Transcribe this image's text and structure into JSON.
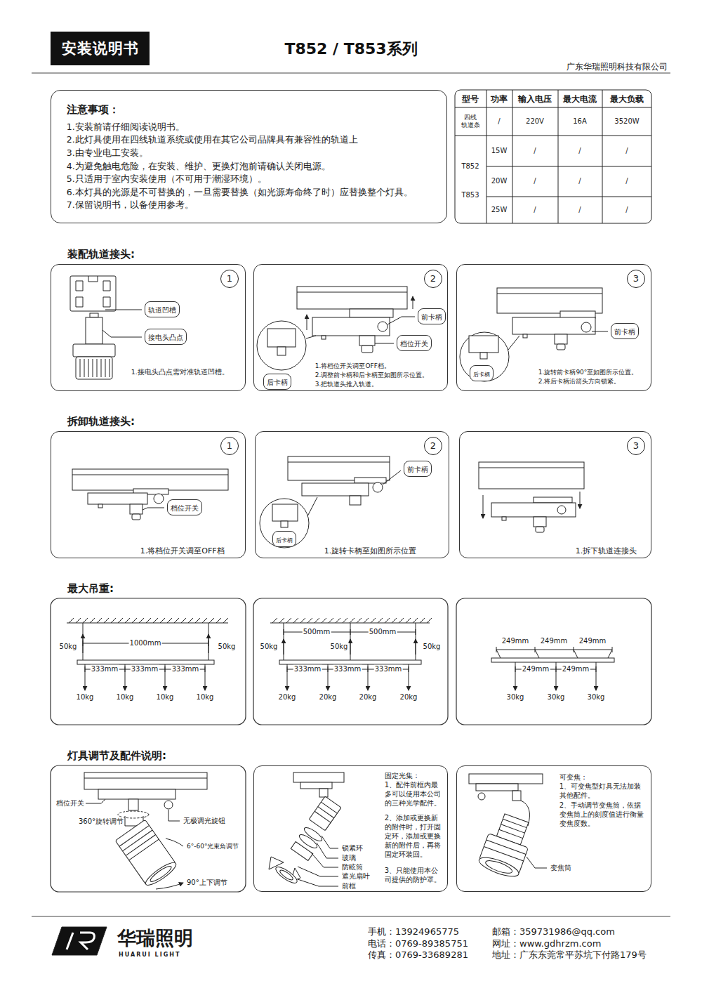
{
  "diagram": {
    "title": "T852 / T853系列",
    "nodes": [
      {
        "text": [
          "安装说明书"
        ]
      },
      {
        "text": [
          "注意事项：",
          "1.安装前请仔细阅读说明书。",
          "2.此灯具使用在四线轨道系统或使用在其它公司品牌具有兼容性的轨道上",
          "3.由专业电工安装。",
          "4.为避免触电危险，在安装、维护、更换灯泡前请确认关闭电源。",
          "5.只适用于室内安装使用（不可用于潮湿环境）。",
          "6.本灯具的光源是不可替换的，一旦需要替换（如光源寿命终了时）应替换整个灯具。",
          "7.保留说明书，以备使用参考。"
        ]
      },
      {
        "text": [
          "1.接电头凸点需对准轨道凹槽。"
        ]
      },
      {
        "text": [
          "1"
        ],
        "in": 2
      },
      {
        "text": [
          "轨道凹槽"
        ],
        "in": 2
      },
      {
        "text": [
          "接电头凸点"
        ],
        "in": 2
      },
      {
        "text": [
          "1.将档位开关调至OFF档。",
          "2.调整前卡柄和后卡柄至如图所示位置。",
          "3.把轨道头推入轨道。"
        ]
      },
      {
        "text": [
          "2"
        ],
        "in": 6
      },
      {
        "text": [
          "前卡柄"
        ],
        "in": 6
      },
      {
        "text": [
          "档位开关"
        ],
        "in": 6
      },
      {
        "text": [
          "后卡柄"
        ],
        "in": 6
      },
      {
        "text": [
          "1.旋转前卡柄90°至如图所示位置。",
          "2.将后卡柄沿箭头方向锁紧。"
        ]
      },
      {
        "text": [
          "3"
        ],
        "in": 11
      },
      {
        "text": [
          "前卡柄"
        ],
        "in": 11
      },
      {
        "text": [
          "后卡柄"
        ],
        "in": 11
      },
      {
        "text": [
          "1.将档位开关调至OFF档"
        ]
      },
      {
        "text": [
          "1"
        ],
        "in": 15
      },
      {
        "text": [
          "档位开关"
        ],
        "in": 15
      },
      {
        "text": [
          "1.旋转卡柄至如图所示位置"
        ]
      },
      {
        "text": [
          "2"
        ],
        "in": 18
      },
      {
        "text": [
          "前卡柄"
        ],
        "in": 18
      },
      {
        "text": [
          "后卡柄"
        ],
        "in": 18
      },
      {
        "text": [
          "1.拆下轨道连接头"
        ]
      },
      {
        "text": [
          "3"
        ],
        "in": 22
      },
      {
        "text": [
          "固定光集：",
          "1、配件前框内最多可以使用本公司的三种光学配件。",
          "2、添加或更换新的附件时，打开固定环，添加或更换新的附件后，再将固定环装回。",
          "3、只能使用本公司提供的防护罩。"
        ]
      },
      {
        "text": [
          "可变焦：",
          "1、可变焦型灯具无法加装其他配件。",
          "2、手动调节变焦筒，依据变焦筒上的刻度值进行衡量变焦度数。"
        ]
      }
    ],
    "labels": [
      "广东华瑞照明科技有限公司",
      "型号",
      "功率",
      "输入电压",
      "最大电流",
      "最大负载",
      "四线 轨道条",
      "/",
      "220V",
      "16A",
      "3520W",
      "T852",
      "T853",
      "15W",
      "/",
      "/",
      "/",
      "20W",
      "/",
      "/",
      "/",
      "25W",
      "/",
      "/",
      "/",
      "装配轨道接头:",
      "拆卸轨道接头:",
      "最大吊重:",
      "灯具调节及配件说明:",
      "50kg",
      "1000mm",
      "50kg",
      "333mm",
      "333mm",
      "333mm",
      "10kg",
      "10kg",
      "10kg",
      "10kg",
      "50kg",
      "500mm",
      "500mm",
      "50kg",
      "50kg",
      "333mm",
      "333mm",
      "333mm",
      "20kg",
      "20kg",
      "20kg",
      "20kg",
      "249mm",
      "249mm",
      "249mm",
      "249mm",
      "249mm",
      "30kg",
      "30kg",
      "30kg",
      "档位开关",
      "360°旋转调节",
      "无极调光旋钮",
      "6°-60°光束角调节",
      "90°上下调节",
      "锁紧环",
      "玻璃",
      "防眩筒",
      "遮光扇叶",
      "前框",
      "变焦筒",
      "华瑞照明",
      "HUARUI LIGHT",
      "手机：13924965775",
      "电话：0769-89385751",
      "传真：0769-33689281",
      "邮箱：359731986@qq.com",
      "网址：www.gdhrzm.com",
      "地址：广东东莞常平苏坑下付路179号"
    ]
  }
}
